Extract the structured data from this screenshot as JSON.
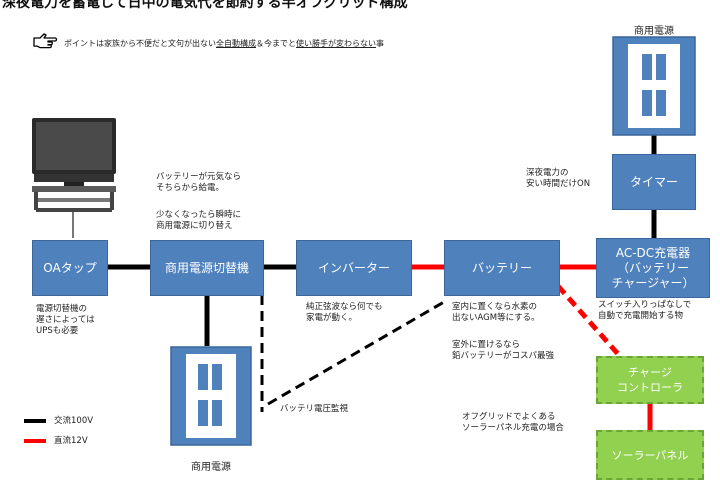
{
  "title": "深夜電力を蓄電して日中の電気代を節約する半オフグリッド構成",
  "point": {
    "icon": "pointing-hand-icon",
    "prefix": "ポイントは家族から不便だと文句が出ない",
    "u1": "全自動構成",
    "mid": "＆今までと",
    "u2": "使い勝手が変わらない",
    "suffix": "事"
  },
  "boxes": {
    "oa_tap": "OAタップ",
    "switcher": "商用電源切替機",
    "inverter": "インバーター",
    "battery": "バッテリー",
    "charger": "AC-DC充電器\n（バッテリー\nチャージャー）",
    "timer": "タイマー",
    "charge_controller": "チャージ\nコントローラ",
    "solar_panel": "ソーラーパネル"
  },
  "captions": {
    "outlet_top": "商用電源",
    "outlet_bottom": "商用電源"
  },
  "notes": {
    "battery_ok": "バッテリーが元気なら\nそちらから給電。",
    "battery_low": "少なくなったら瞬時に\n商用電源に切り替え",
    "switch_delay": "電源切替機の\n遅さによっては\nUPSも必要",
    "inverter_note": "純正弦波なら何でも\n家電が動く。",
    "battery_indoor": "室内に置くなら水素の\n出ないAGM等にする。",
    "battery_outdoor": "室外に置けるなら\n鉛バッテリーがコスパ最強",
    "night_power": "深夜電力の\n安い時間だけON",
    "charger_note": "スイッチ入りっぱなしで\n自動で充電開始する物",
    "voltage_monitor": "バッテリ電圧監視",
    "offgrid": "オフグリッドでよくある\nソーラーパネル充電の場合"
  },
  "legend": {
    "ac": "交流100V",
    "dc": "直流12V"
  },
  "colors": {
    "box_blue": "#4f81bd",
    "box_green": "#92d050",
    "ac_line": "#000000",
    "dc_line": "#ff0000"
  }
}
